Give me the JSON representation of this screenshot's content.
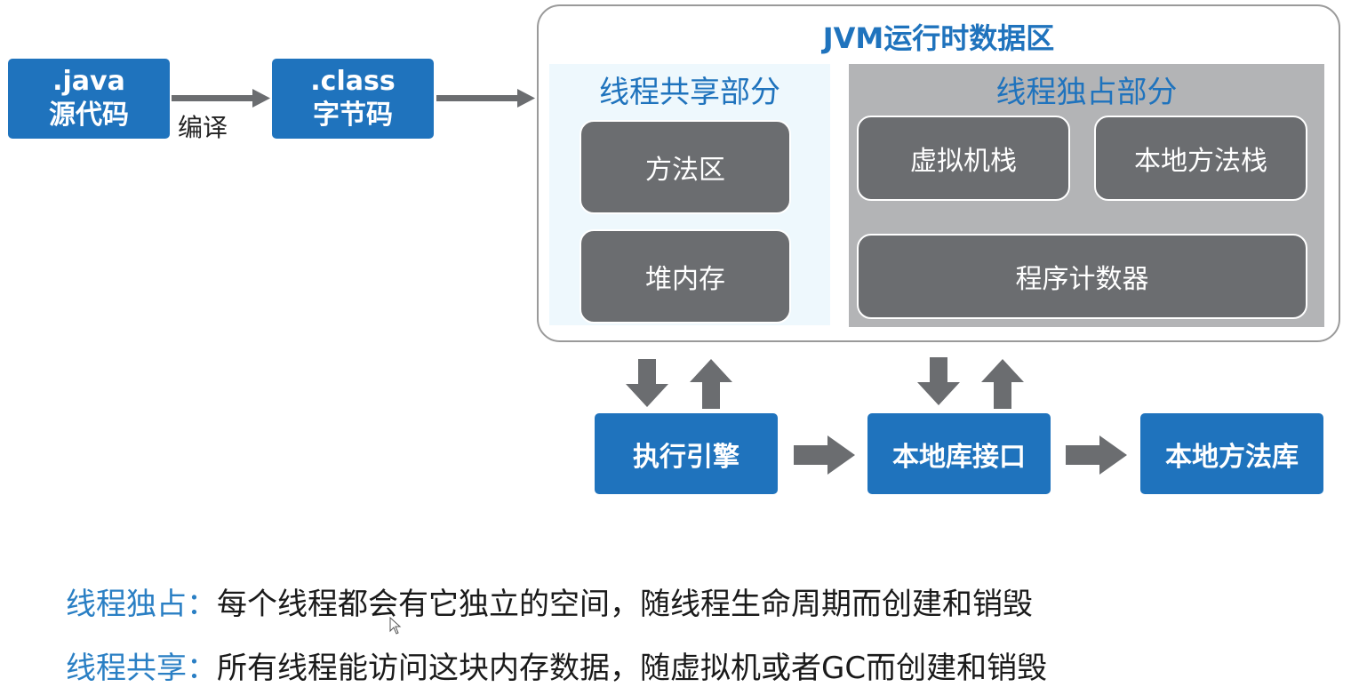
{
  "source": {
    "line1": ".java",
    "line2": "源代码"
  },
  "compile_label": "编译",
  "bytecode": {
    "line1": ".class",
    "line2": "字节码"
  },
  "runtime_area": {
    "title": "JVM运行时数据区",
    "shared": {
      "title": "线程共享部分",
      "items": [
        "方法区",
        "堆内存"
      ]
    },
    "exclusive": {
      "title": "线程独占部分",
      "items": [
        "虚拟机栈",
        "本地方法栈",
        "程序计数器"
      ]
    }
  },
  "bottom_flow": [
    "执行引擎",
    "本地库接口",
    "本地方法库"
  ],
  "notes": [
    {
      "key": "线程独占：",
      "text": "每个线程都会有它独立的空间，随线程生命周期而创建和销毁"
    },
    {
      "key": "线程共享：",
      "text": "所有线程能访问这块内存数据，随虚拟机或者GC而创建和销毁"
    }
  ],
  "colors": {
    "blue": "#1f73bd",
    "gray_box": "#6b6d70",
    "shared_bg": "#eef8fd",
    "exclusive_bg": "#b3b4b6",
    "arrow": "#6b6d70"
  }
}
